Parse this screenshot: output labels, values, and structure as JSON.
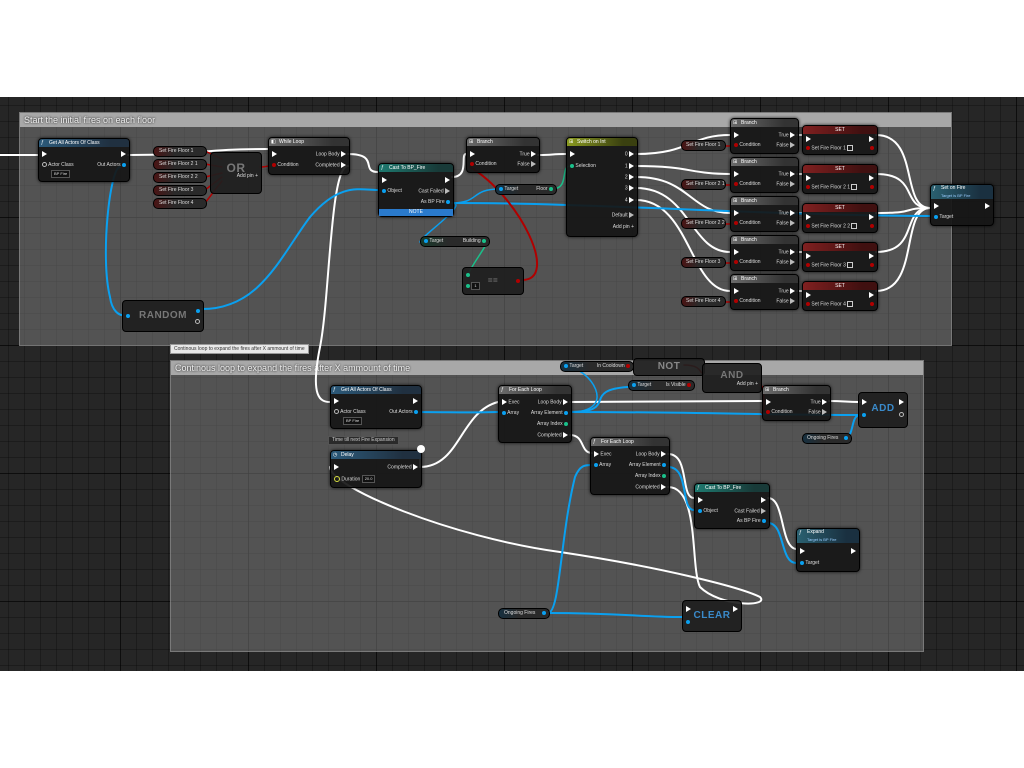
{
  "comments": {
    "start_fires": "Start the initial fires on each floor",
    "continuous_loop": "Continous loop to expand the fires after X ammount of time",
    "continuous_loop_tooltip": "Continous loop to expand the fires after X ammount of time"
  },
  "nodes": {
    "get_all_actors_1": {
      "title": "Get All Actors Of Class",
      "actor_class": "Actor Class",
      "class_value": "BP Fire",
      "out_actors": "Out Actors"
    },
    "set_fire_floor_vars": [
      "Set Fire Floor 1",
      "Set Fire Floor 2 1",
      "Set Fire Floor 2 2",
      "Set Fire Floor 3",
      "Set Fire Floor 4"
    ],
    "or_node": {
      "label": "OR",
      "add_pin": "Add pin"
    },
    "while_loop": {
      "title": "While Loop",
      "loop_body": "Loop Body",
      "condition": "Condition",
      "completed": "Completed"
    },
    "random_node": {
      "label": "RANDOM"
    },
    "cast_to_bp_fire_1": {
      "title": "Cast To BP_Fire",
      "object": "Object",
      "cast_failed": "Cast Failed",
      "as_bp_fire": "As BP Fire",
      "footer": "NOTE"
    },
    "branch_top": {
      "title": "Branch",
      "condition": "Condition",
      "true_label": "True",
      "false_label": "False"
    },
    "target_floor": {
      "target": "Target",
      "floor": "Floor"
    },
    "target_building": {
      "target": "Target",
      "building": "Building"
    },
    "equals_node": {
      "label": "=="
    },
    "switch_on_int": {
      "title": "Switch on Int",
      "selection": "Selection",
      "outs": [
        "0",
        "1",
        "2",
        "3",
        "4"
      ],
      "default": "Default",
      "add_pin": "Add pin"
    },
    "branches": [
      {
        "title": "Branch",
        "var": "Set Fire Floor 1",
        "true_label": "True",
        "false_label": "False",
        "condition": "Condition"
      },
      {
        "title": "Branch",
        "var": "Set Fire Floor 2 1",
        "true_label": "True",
        "false_label": "False",
        "condition": "Condition"
      },
      {
        "title": "Branch",
        "var": "Set Fire Floor 2 2",
        "true_label": "True",
        "false_label": "False",
        "condition": "Condition"
      },
      {
        "title": "Branch",
        "var": "Set Fire Floor 3",
        "true_label": "True",
        "false_label": "False",
        "condition": "Condition"
      },
      {
        "title": "Branch",
        "var": "Set Fire Floor 4",
        "true_label": "True",
        "false_label": "False",
        "condition": "Condition"
      }
    ],
    "set_nodes": [
      {
        "title": "SET",
        "var": "Set Fire Floor 1"
      },
      {
        "title": "SET",
        "var": "Set Fire Floor 2 1"
      },
      {
        "title": "SET",
        "var": "Set Fire Floor 2 2"
      },
      {
        "title": "SET",
        "var": "Set Fire Floor 3"
      },
      {
        "title": "SET",
        "var": "Set Fire Floor 4"
      }
    ],
    "set_on_fire": {
      "title": "Set on Fire",
      "subtitle": "Target is BP Fire",
      "target": "Target"
    },
    "target_in_cooldown": {
      "target": "Target",
      "in_cooldown": "In Cooldown"
    },
    "not_node": {
      "label": "NOT"
    },
    "target_is_visible": {
      "target": "Target",
      "is_visible": "Is Visible"
    },
    "and_node": {
      "label": "AND",
      "add_pin": "Add pin"
    },
    "get_all_actors_2": {
      "title": "Get All Actors Of Class",
      "actor_class": "Actor Class",
      "class_value": "BP Fire",
      "out_actors": "Out Actors"
    },
    "for_each_1": {
      "title": "For Each Loop",
      "exec": "Exec",
      "array": "Array",
      "loop_body": "Loop Body",
      "array_element": "Array Element",
      "array_index": "Array Index",
      "completed": "Completed"
    },
    "branch_bottom": {
      "title": "Branch",
      "condition": "Condition",
      "true_label": "True",
      "false_label": "False"
    },
    "add_node": {
      "label": "ADD"
    },
    "ongoing_fires_1": {
      "label": "Ongoing Fires"
    },
    "time_comment": "Time till next Fire Expansion",
    "delay": {
      "title": "Delay",
      "completed": "Completed",
      "duration": "Duration",
      "duration_value": "20.0"
    },
    "for_each_2": {
      "title": "For Each Loop",
      "exec": "Exec",
      "array": "Array",
      "loop_body": "Loop Body",
      "array_element": "Array Element",
      "array_index": "Array Index",
      "completed": "Completed"
    },
    "cast_to_bp_fire_2": {
      "title": "Cast To BP_Fire",
      "object": "Object",
      "cast_failed": "Cast Failed",
      "as_bp_fire": "As BP Fire"
    },
    "expand": {
      "title": "Expand",
      "subtitle": "Target is BP Fire",
      "target": "Target"
    },
    "ongoing_fires_2": {
      "label": "Ongoing Fires"
    },
    "clear_node": {
      "label": "CLEAR"
    },
    "num_field": {
      "label": "1"
    }
  },
  "colors": {
    "exec": "#ffffff",
    "object": "#0aa0f0",
    "bool": "#b00000",
    "int": "#1ac08a",
    "graph_bg": "#262626"
  }
}
